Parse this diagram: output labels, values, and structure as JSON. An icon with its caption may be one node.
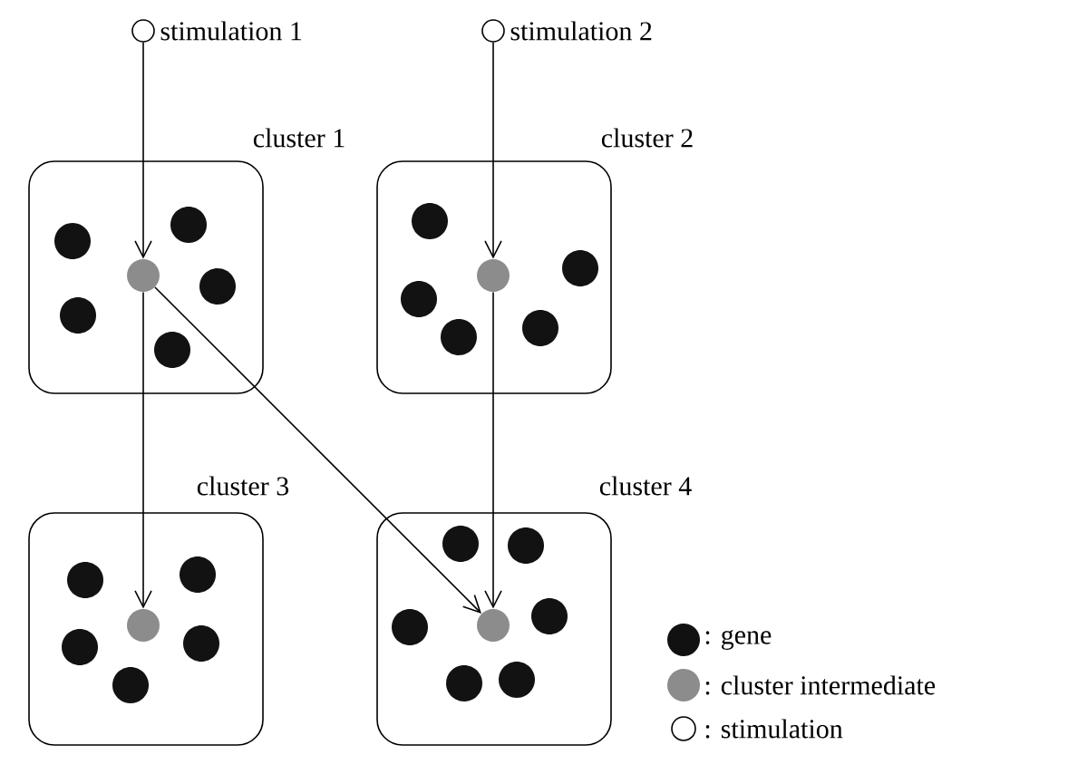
{
  "diagram": {
    "nodes": [
      {
        "text": [],
        "shape": "circle",
        "beside": [
          "stimulation 1"
        ]
      },
      {
        "text": [],
        "shape": "circle",
        "beside": [
          "stimulation 2"
        ]
      },
      {
        "text": [
          "cluster 1"
        ]
      },
      {
        "text": [],
        "shape": "circle",
        "in": 2
      },
      {
        "text": [],
        "shape": "circle",
        "in": 2
      },
      {
        "text": [],
        "shape": "circle",
        "in": 2
      },
      {
        "text": [],
        "shape": "circle",
        "in": 2
      },
      {
        "text": [],
        "shape": "circle",
        "in": 2
      },
      {
        "text": [],
        "shape": "circle",
        "in": 2
      },
      {
        "text": [
          "cluster 2"
        ]
      },
      {
        "text": [],
        "shape": "circle",
        "in": 9
      },
      {
        "text": [],
        "shape": "circle",
        "in": 9
      },
      {
        "text": [],
        "shape": "circle",
        "in": 9
      },
      {
        "text": [],
        "shape": "circle",
        "in": 9
      },
      {
        "text": [],
        "shape": "circle",
        "in": 9
      },
      {
        "text": [],
        "shape": "circle",
        "in": 9
      },
      {
        "text": [
          "cluster 3"
        ]
      },
      {
        "text": [],
        "shape": "circle",
        "in": 16
      },
      {
        "text": [],
        "shape": "circle",
        "in": 16
      },
      {
        "text": [],
        "shape": "circle",
        "in": 16
      },
      {
        "text": [],
        "shape": "circle",
        "in": 16
      },
      {
        "text": [],
        "shape": "circle",
        "in": 16
      },
      {
        "text": [],
        "shape": "circle",
        "in": 16
      },
      {
        "text": [
          "cluster 4"
        ]
      },
      {
        "text": [],
        "shape": "circle",
        "in": 23
      },
      {
        "text": [],
        "shape": "circle",
        "in": 23
      },
      {
        "text": [],
        "shape": "circle",
        "in": 23
      },
      {
        "text": [],
        "shape": "circle",
        "in": 23
      },
      {
        "text": [],
        "shape": "circle",
        "in": 23
      },
      {
        "text": [],
        "shape": "circle",
        "in": 23
      },
      {
        "text": [],
        "shape": "circle",
        "in": 23
      }
    ],
    "edges": [
      {
        "from": 0,
        "to": 3,
        "arrow": "to"
      },
      {
        "from": 1,
        "to": 10,
        "arrow": "to"
      },
      {
        "from": 3,
        "to": 17,
        "arrow": "to"
      },
      {
        "from": 3,
        "to": 24,
        "arrow": "to"
      },
      {
        "from": 10,
        "to": 24,
        "arrow": "to"
      }
    ],
    "legend": [
      {
        "text": ": gene",
        "color": "#111111"
      },
      {
        "text": ": cluster intermediate",
        "color": "#8c8c8c"
      },
      {
        "text": ": stimulation"
      }
    ]
  }
}
